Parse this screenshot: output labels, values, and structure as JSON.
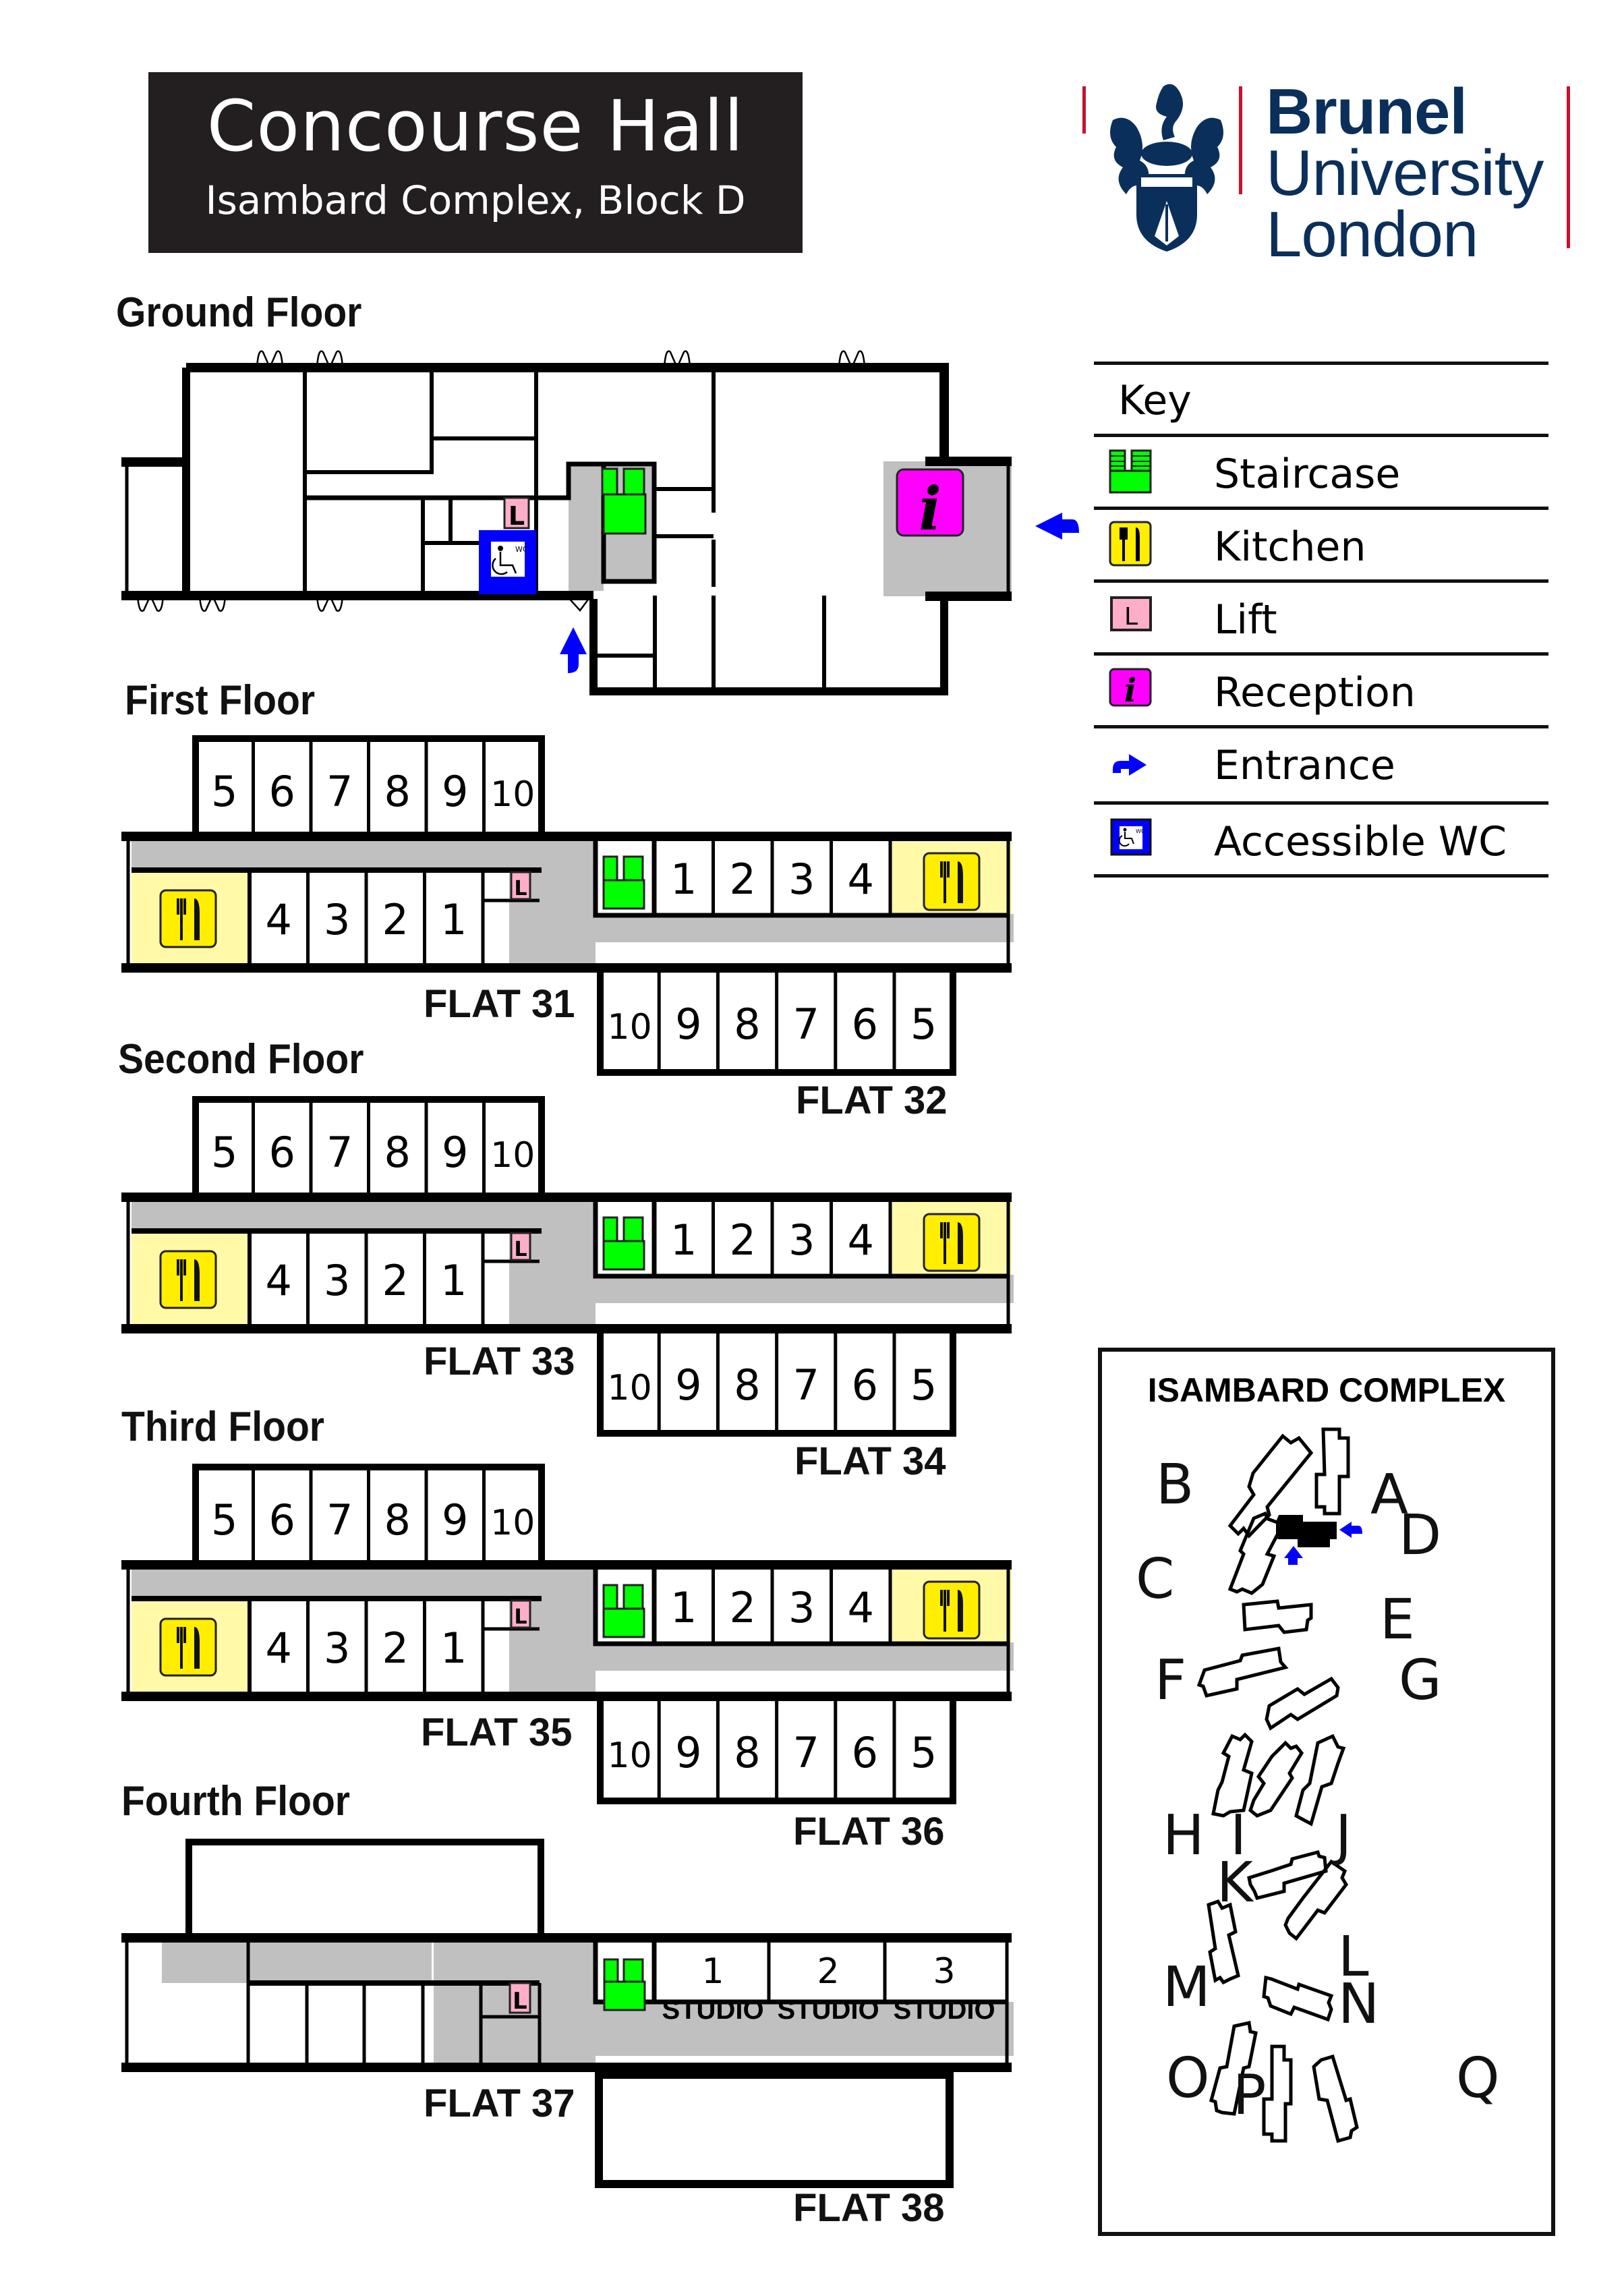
{
  "header": {
    "title": "Concourse Hall",
    "subtitle": "Isambard Complex, Block D"
  },
  "logo": {
    "line1": "Brunel",
    "line2": "University",
    "line3": "London",
    "brand_color": "#0b2f5b",
    "accent_color": "#c8102e"
  },
  "colors": {
    "wall": "#000000",
    "corridor": "#c0c0c0",
    "kitchen_room": "#fff9a8",
    "kitchen_icon": "#ffee00",
    "staircase": "#00ff00",
    "lift": "#ffaec9",
    "reception": "#ff00ff",
    "entrance": "#0000ff",
    "accessible_wc": "#0000ff"
  },
  "key": {
    "title": "Key",
    "items": [
      {
        "icon": "staircase-icon",
        "label": "Staircase"
      },
      {
        "icon": "kitchen-icon",
        "label": "Kitchen"
      },
      {
        "icon": "lift-icon",
        "label": "Lift",
        "glyph": "L"
      },
      {
        "icon": "reception-icon",
        "label": "Reception",
        "glyph": "i"
      },
      {
        "icon": "entrance-arrow-icon",
        "label": "Entrance"
      },
      {
        "icon": "accessible-wc-icon",
        "label": "Accessible WC",
        "glyph": "WC"
      }
    ]
  },
  "floors": [
    {
      "name": "Ground Floor",
      "flats": []
    },
    {
      "name": "First Floor",
      "flats": [
        {
          "label": "FLAT 31",
          "top_rooms": [
            "5",
            "6",
            "7",
            "8",
            "9",
            "10"
          ],
          "bottom_rooms": [
            "4",
            "3",
            "2",
            "1"
          ]
        },
        {
          "label": "FLAT 32",
          "top_rooms": [
            "1",
            "2",
            "3",
            "4"
          ],
          "bottom_rooms": [
            "10",
            "9",
            "8",
            "7",
            "6",
            "5"
          ]
        }
      ]
    },
    {
      "name": "Second Floor",
      "flats": [
        {
          "label": "FLAT 33",
          "top_rooms": [
            "5",
            "6",
            "7",
            "8",
            "9",
            "10"
          ],
          "bottom_rooms": [
            "4",
            "3",
            "2",
            "1"
          ]
        },
        {
          "label": "FLAT 34",
          "top_rooms": [
            "1",
            "2",
            "3",
            "4"
          ],
          "bottom_rooms": [
            "10",
            "9",
            "8",
            "7",
            "6",
            "5"
          ]
        }
      ]
    },
    {
      "name": "Third Floor",
      "flats": [
        {
          "label": "FLAT 35",
          "top_rooms": [
            "5",
            "6",
            "7",
            "8",
            "9",
            "10"
          ],
          "bottom_rooms": [
            "4",
            "3",
            "2",
            "1"
          ]
        },
        {
          "label": "FLAT 36",
          "top_rooms": [
            "1",
            "2",
            "3",
            "4"
          ],
          "bottom_rooms": [
            "10",
            "9",
            "8",
            "7",
            "6",
            "5"
          ]
        }
      ]
    },
    {
      "name": "Fourth Floor",
      "flats": [
        {
          "label": "FLAT 37",
          "top_rooms": [],
          "bottom_rooms": []
        },
        {
          "label": "FLAT 38",
          "studios": [
            {
              "number": "1",
              "type": "STUDIO"
            },
            {
              "number": "2",
              "type": "STUDIO"
            },
            {
              "number": "3",
              "type": "STUDIO"
            }
          ]
        }
      ]
    }
  ],
  "lift_glyph": "L",
  "complex_map": {
    "title": "ISAMBARD COMPLEX",
    "highlighted_block": "D",
    "blocks": [
      "A",
      "B",
      "C",
      "D",
      "E",
      "F",
      "G",
      "H",
      "I",
      "J",
      "K",
      "L",
      "M",
      "N",
      "O",
      "P",
      "Q"
    ]
  }
}
